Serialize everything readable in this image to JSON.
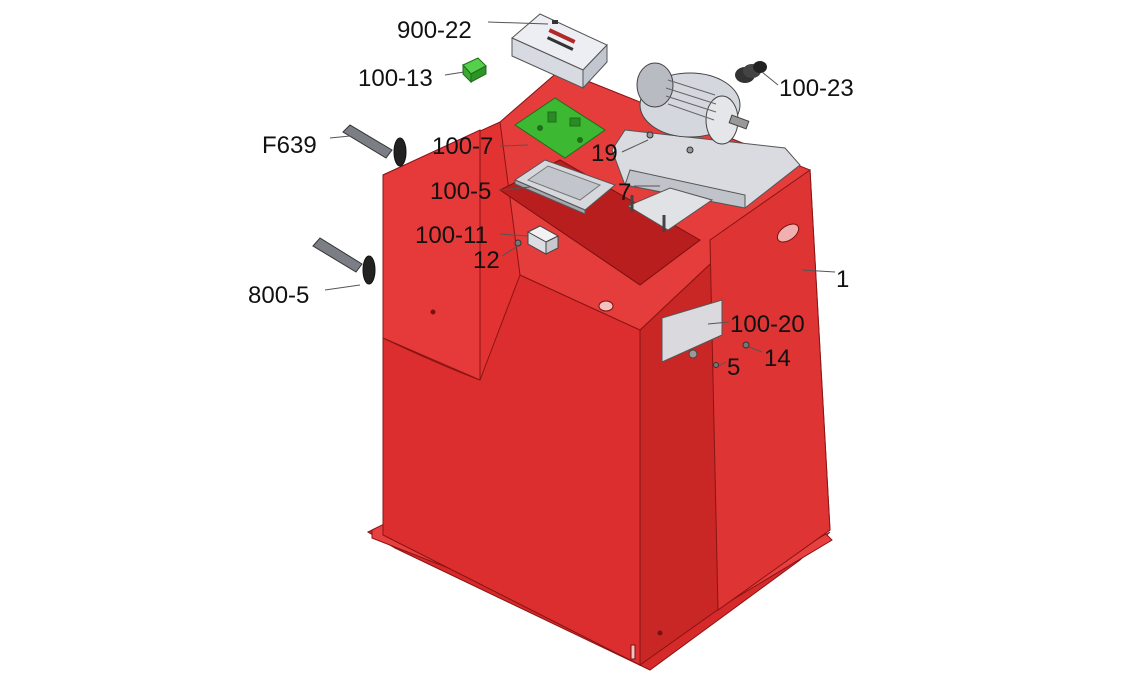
{
  "diagram": {
    "part_labels": {
      "lbl_900_22": "900-22",
      "lbl_100_13": "100-13",
      "lbl_100_23": "100-23",
      "lbl_F639": "F639",
      "lbl_100_7": "100-7",
      "lbl_19": "19",
      "lbl_100_5": "100-5",
      "lbl_7": "7",
      "lbl_100_11": "100-11",
      "lbl_12": "12",
      "lbl_800_5": "800-5",
      "lbl_1": "1",
      "lbl_100_20": "100-20",
      "lbl_14": "14",
      "lbl_5": "5"
    },
    "colors": {
      "body_red": "#e03030",
      "body_red_dark": "#c42424",
      "body_red_light": "#ef4a4a",
      "cover_grey": "#e6e8ee",
      "pcb_green": "#3cb832",
      "motor_grey": "#cfd2d8"
    }
  }
}
